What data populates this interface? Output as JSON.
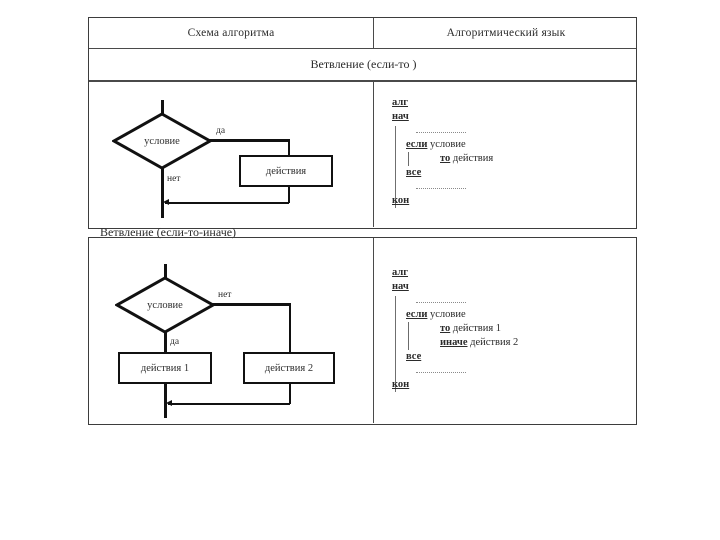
{
  "table": {
    "headers": {
      "left": "Схема алгоритма",
      "right": "Алгоритмический язык"
    },
    "sections": [
      {
        "title": "Ветвление (если-то )",
        "flowchart": {
          "condition": "условие",
          "yes_label": "да",
          "no_label": "нет",
          "action": "действия"
        },
        "code": {
          "alg": "алг",
          "begin": "нач",
          "if": "если",
          "condition": "условие",
          "then": "то",
          "action": "действия",
          "endif": "все",
          "end": "кон"
        }
      },
      {
        "title": "Ветвление (если-то-иначе)",
        "flowchart": {
          "condition": "условие",
          "yes_label": "да",
          "no_label": "нет",
          "action1": "действия 1",
          "action2": "действия 2"
        },
        "code": {
          "alg": "алг",
          "begin": "нач",
          "if": "если",
          "condition": "условие",
          "then": "то",
          "action1": "действия 1",
          "else": "иначе",
          "action2": "действия 2",
          "endif": "все",
          "end": "кон"
        }
      }
    ]
  },
  "colors": {
    "line": "#111111",
    "border": "#3d3d3d",
    "text": "#2b2b2b",
    "dots": "#8a8a8a"
  }
}
